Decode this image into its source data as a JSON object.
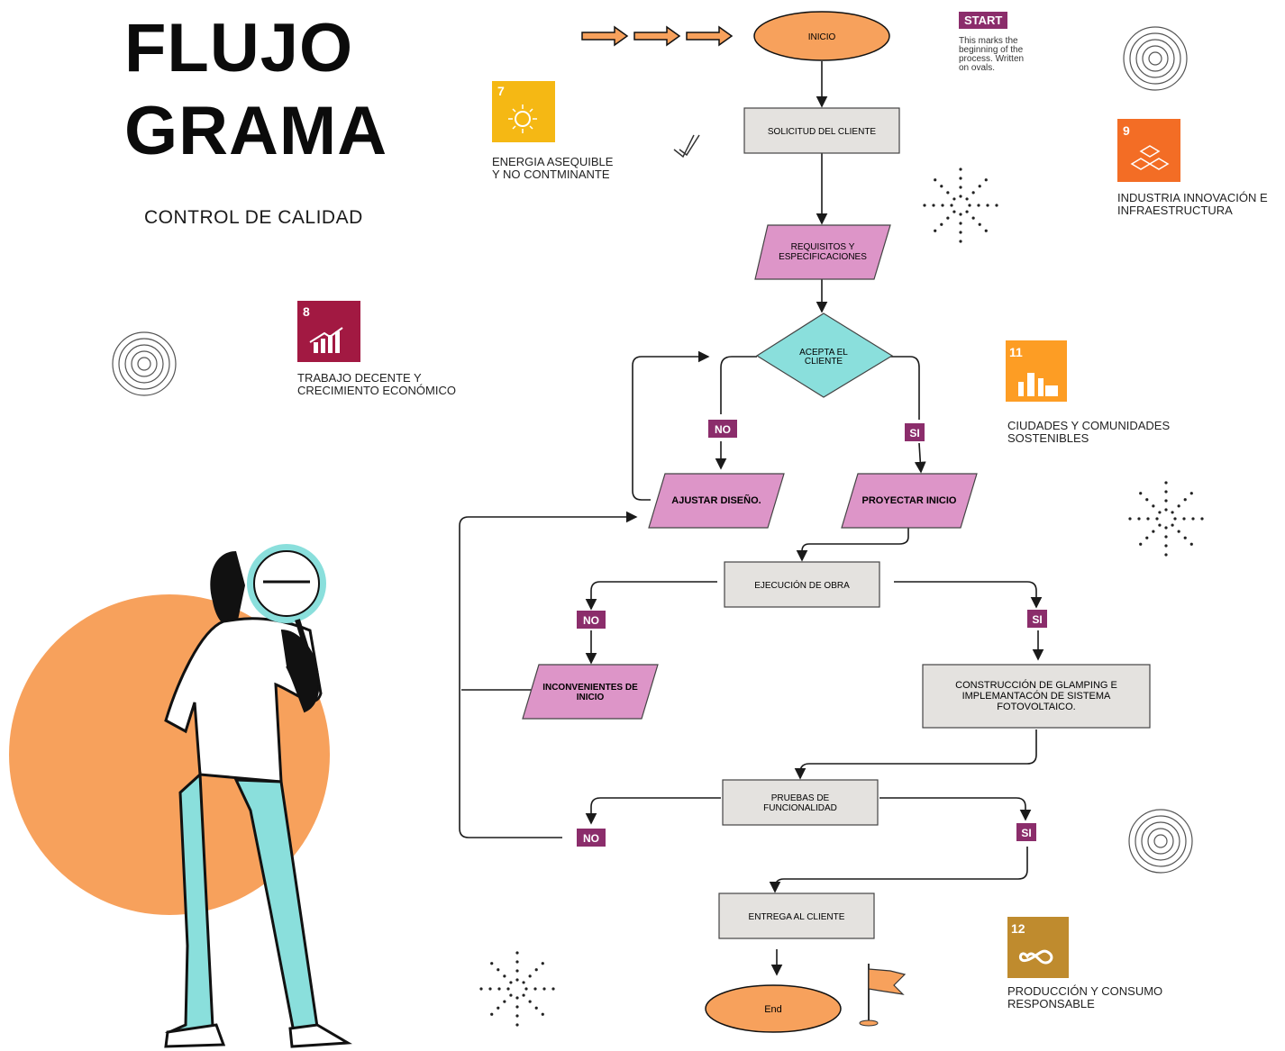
{
  "header": {
    "title_line1": "FLUJO",
    "title_line2": "GRAMA",
    "subtitle": "CONTROL DE CALIDAD"
  },
  "legend": {
    "tag": "START",
    "note": "This marks the\nbeginning of the\nprocess. Written\non ovals."
  },
  "sdg": {
    "goal7": {
      "label": "ENERGIA ASEQUIBLE\nY NO CONTMINANTE",
      "number": "7",
      "color": "#f5b814",
      "icon": "sun-icon"
    },
    "goal9": {
      "label": "INDUSTRIA INNOVACIÓN E\nINFRAESTRUCTURA",
      "number": "9",
      "color": "#f36d25",
      "icon": "cubes-icon"
    },
    "goal8": {
      "label": "TRABAJO DECENTE Y\nCRECIMIENTO ECONÓMICO",
      "number": "8",
      "color": "#a21942",
      "icon": "growth-chart-icon"
    },
    "goal11": {
      "label": "CIUDADES Y COMUNIDADES\nSOSTENIBLES",
      "number": "11",
      "color": "#fd9d24",
      "icon": "city-icon"
    },
    "goal12": {
      "label": "PRODUCCIÓN Y CONSUMO\nRESPONSABLE",
      "number": "12",
      "color": "#bf8b2e",
      "icon": "infinity-icon"
    }
  },
  "flow": {
    "inicio": "INICIO",
    "solicitud": "SOLICITUD DEL CLIENTE",
    "requisitos_1": "REQUISITOS Y",
    "requisitos_2": "ESPECIFICACIONES",
    "acepta_1": "ACEPTA EL",
    "acepta_2": "CLIENTE",
    "no_1": "NO",
    "si_1": "SI",
    "ajustar": "AJUSTAR DISEÑO.",
    "proyectar": "PROYECTAR INICIO",
    "ejecucion": "EJECUCIÓN DE OBRA",
    "no_2": "NO",
    "si_2": "SI",
    "inconv_1": "INCONVENIENTES DE",
    "inconv_2": "INICIO",
    "construccion_1": "CONSTRUCCIÓN DE GLAMPING E",
    "construccion_2": "IMPLEMANTACÓN DE SISTEMA",
    "construccion_3": "FOTOVOLTAICO.",
    "pruebas_1": "PRUEBAS DE",
    "pruebas_2": "FUNCIONALIDAD",
    "no_3": "NO",
    "si_3": "SI",
    "entrega": "ENTREGA AL CLIENTE",
    "end": "End"
  },
  "colors": {
    "orange": "#f7a15c",
    "pink": "#dd95c8",
    "teal": "#8adfdc",
    "box_gray": "#e4e2df",
    "tag_purple": "#8b2d6b"
  }
}
